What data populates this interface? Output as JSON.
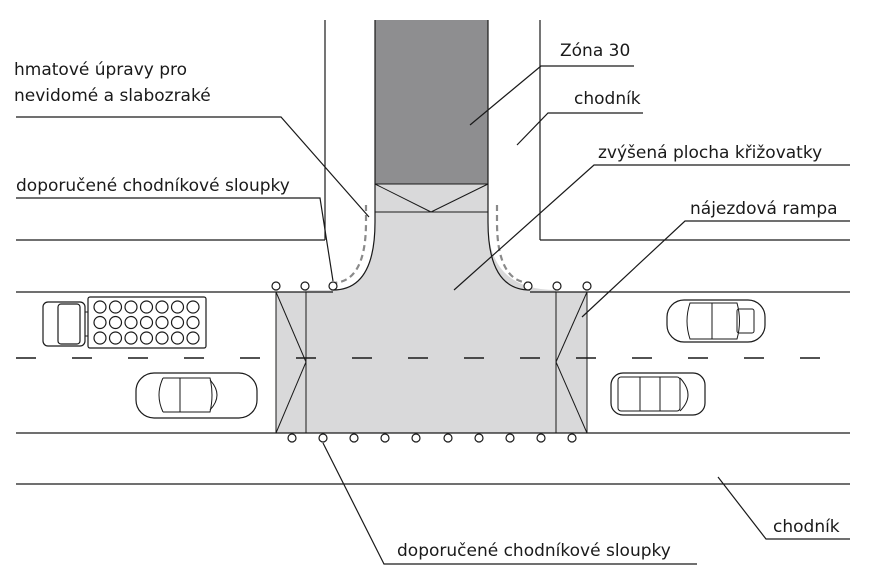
{
  "labels": {
    "zone": "Zóna 30",
    "tactile_line1": "hmatové úpravy pro",
    "tactile_line2": "nevidomé a slabozraké",
    "sidewalk_top": "chodník",
    "raised_area": "zvýšená plocha křižovatky",
    "posts_top": "doporučené chodníkové sloupky",
    "ramp": "nájezdová rampa",
    "sidewalk_bottom": "chodník",
    "posts_bottom": "doporučené chodníkové sloupky"
  },
  "colors": {
    "zone_fill": "#8e8e90",
    "raised_fill": "#d9d9da",
    "line": "#1a1a1a",
    "tactile": "#8a8a8a"
  }
}
